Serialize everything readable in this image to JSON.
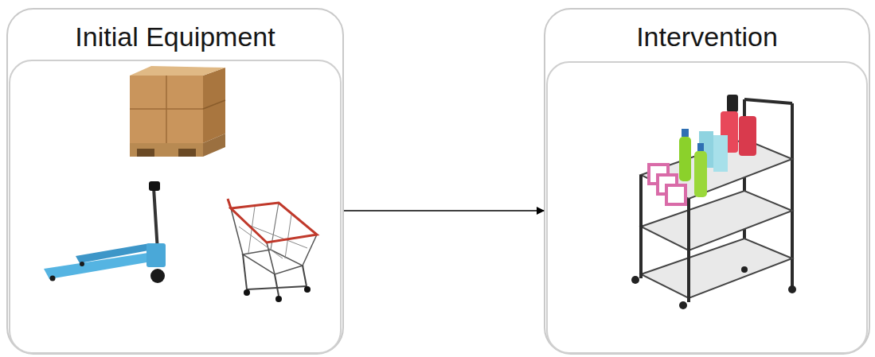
{
  "diagram": {
    "nodes": [
      {
        "text": [
          "Initial Equipment"
        ]
      },
      {
        "text": [
          "Intervention"
        ]
      }
    ],
    "edges": [
      {
        "from": 0,
        "to": 1,
        "arrow": "to"
      }
    ]
  }
}
